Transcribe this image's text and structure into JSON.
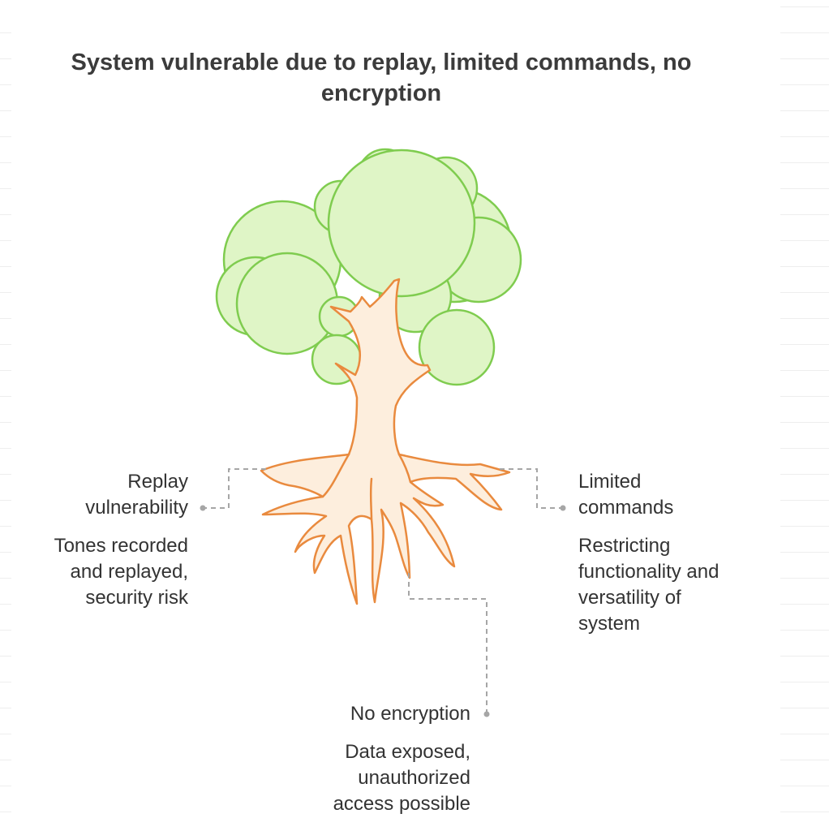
{
  "title": "System vulnerable due to replay, limited commands, no encryption",
  "colors": {
    "canopy_fill": "#dff5c6",
    "canopy_stroke": "#7fcc4f",
    "trunk_fill": "#fdeedd",
    "trunk_stroke": "#e98a3e",
    "connector": "#a6a6a6"
  },
  "roots": [
    {
      "heading_lines": [
        "Replay",
        "vulnerability"
      ],
      "body_lines": [
        "Tones recorded",
        "and replayed,",
        "security risk"
      ]
    },
    {
      "heading_lines": [
        "Limited",
        "commands"
      ],
      "body_lines": [
        "Restricting",
        "functionality and",
        "versatility of",
        "system"
      ]
    },
    {
      "heading_lines": [
        "No encryption"
      ],
      "body_lines": [
        "Data exposed,",
        "unauthorized",
        "access possible"
      ]
    }
  ]
}
